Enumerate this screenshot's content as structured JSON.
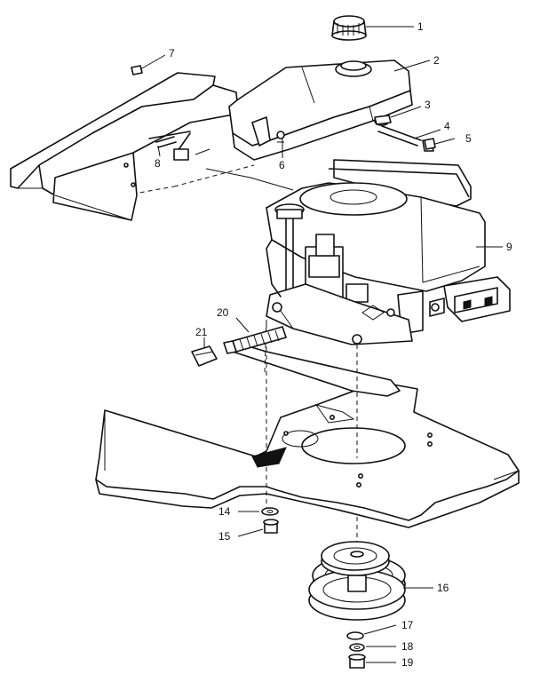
{
  "callouts": [
    "1",
    "2",
    "3",
    "4",
    "5",
    "6",
    "7",
    "8",
    "9",
    "14",
    "15",
    "16",
    "17",
    "18",
    "19",
    "20",
    "21"
  ]
}
